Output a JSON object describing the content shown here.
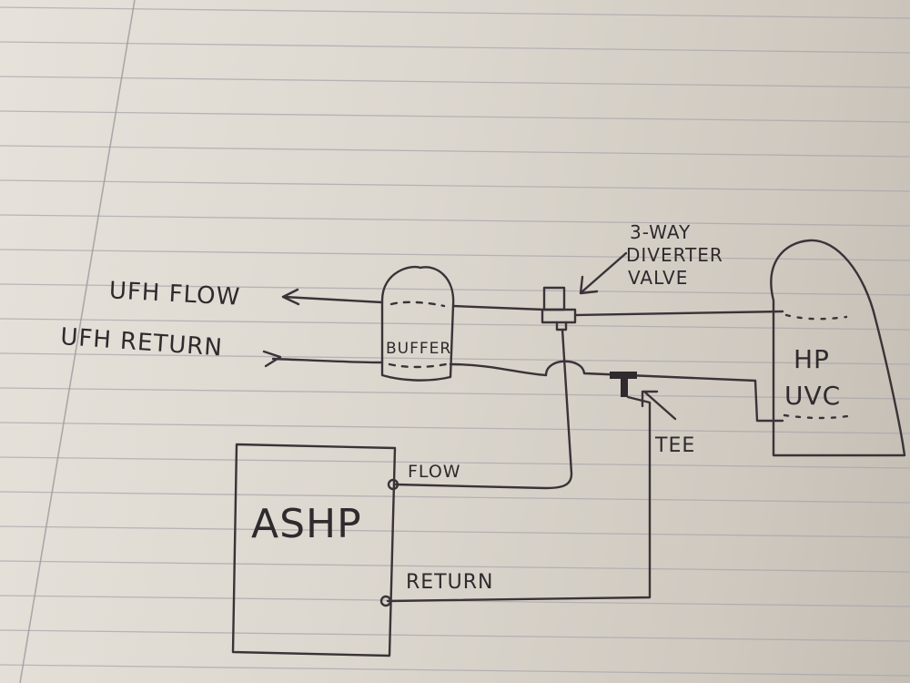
{
  "diagram": {
    "labels": {
      "ufh_flow": "UFH FLOW",
      "ufh_return": "UFH RETURN",
      "buffer": "BUFFER",
      "diverter_line1": "3-WAY",
      "diverter_line2": "DIVERTER",
      "diverter_line3": "VALVE",
      "hp_line1": "HP",
      "hp_line2": "UVC",
      "tee": "TEE",
      "ashp": "ASHP",
      "flow": "FLOW",
      "return": "RETURN"
    }
  }
}
